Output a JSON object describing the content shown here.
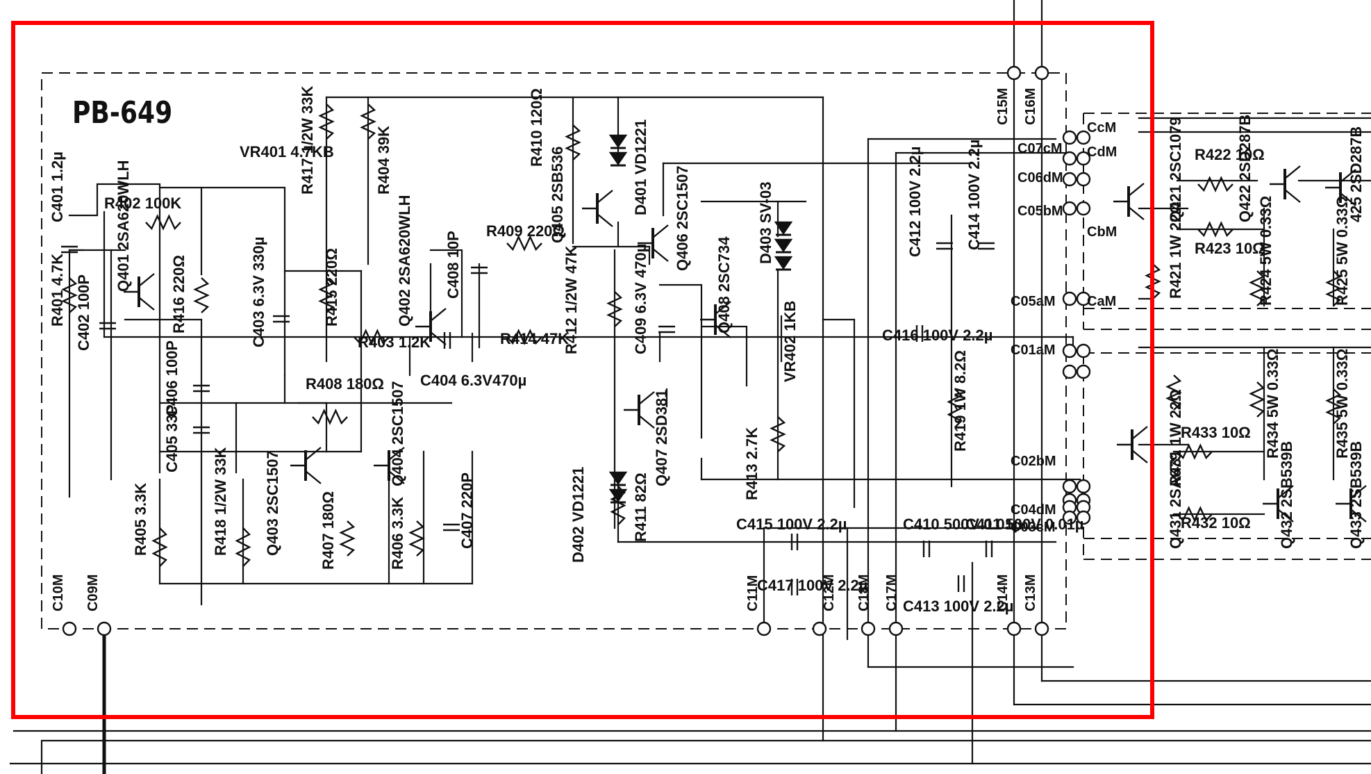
{
  "board": {
    "name": "PB-649",
    "colors": {
      "ink": "#111111",
      "highlight": "#ff0000",
      "paper": "#ffffff"
    }
  },
  "components": [
    {
      "id": "C401",
      "label": "C401 1.2µ"
    },
    {
      "id": "R401",
      "label": "R401 4.7K"
    },
    {
      "id": "C402",
      "label": "C402 100P"
    },
    {
      "id": "Q401",
      "label": "Q401 2SA620WLH"
    },
    {
      "id": "R402",
      "label": "R402 100K"
    },
    {
      "id": "VR401",
      "label": "VR401 4.7KB"
    },
    {
      "id": "R417",
      "label": "R417 1/2W 33K"
    },
    {
      "id": "R404",
      "label": "R404 39K"
    },
    {
      "id": "R416",
      "label": "R416 220Ω"
    },
    {
      "id": "C403",
      "label": "C403 6.3V 330µ"
    },
    {
      "id": "R415",
      "label": "R415 220Ω"
    },
    {
      "id": "Q402",
      "label": "Q402 2SA620WLH"
    },
    {
      "id": "C408",
      "label": "C408 10P"
    },
    {
      "id": "R403",
      "label": "R403 1.2K"
    },
    {
      "id": "C404",
      "label": "C404 6.3V470µ"
    },
    {
      "id": "R414",
      "label": "R414 47K"
    },
    {
      "id": "C406",
      "label": "C406 100P"
    },
    {
      "id": "R408",
      "label": "R408 180Ω"
    },
    {
      "id": "C405",
      "label": "C405 33P"
    },
    {
      "id": "Q403",
      "label": "Q403 2SC1507"
    },
    {
      "id": "Q404",
      "label": "Q404 2SC1507"
    },
    {
      "id": "R405",
      "label": "R405 3.3K"
    },
    {
      "id": "R418",
      "label": "R418 1/2W 33K"
    },
    {
      "id": "R407",
      "label": "R407 180Ω"
    },
    {
      "id": "R406",
      "label": "R406 3.3K"
    },
    {
      "id": "C407",
      "label": "C407 220P"
    },
    {
      "id": "R410",
      "label": "R410 120Ω"
    },
    {
      "id": "D401",
      "label": "D401 VD1221"
    },
    {
      "id": "Q405",
      "label": "Q405 2SB536"
    },
    {
      "id": "R409",
      "label": "R409 220Ω"
    },
    {
      "id": "R412",
      "label": "R412 1/2W 47K"
    },
    {
      "id": "Q406",
      "label": "Q406 2SC1507"
    },
    {
      "id": "C409",
      "label": "C409 6.3V 470µ"
    },
    {
      "id": "Q408",
      "label": "Q408 2SC734"
    },
    {
      "id": "D403",
      "label": "D403 SV-03"
    },
    {
      "id": "VR402",
      "label": "VR402 1KB"
    },
    {
      "id": "Q407",
      "label": "Q407 2SD381"
    },
    {
      "id": "D402",
      "label": "D402 VD1221"
    },
    {
      "id": "R411",
      "label": "R411 82Ω"
    },
    {
      "id": "R413",
      "label": "R413 2.7K"
    },
    {
      "id": "C412",
      "label": "C412 100V 2.2µ"
    },
    {
      "id": "C414",
      "label": "C414 100V 2.2µ"
    },
    {
      "id": "C416",
      "label": "C416 100V 2.2µ"
    },
    {
      "id": "R419",
      "label": "R419 1W 8.2Ω"
    },
    {
      "id": "C415",
      "label": "C415 100V 2.2µ"
    },
    {
      "id": "C417",
      "label": "C417 100V 2.2µ"
    },
    {
      "id": "C410",
      "label": "C410 500V 0.01µ"
    },
    {
      "id": "C411",
      "label": "C411 500V 0.01µ"
    },
    {
      "id": "C413",
      "label": "C413 100V 2.2µ"
    },
    {
      "id": "R422",
      "label": "R422 10Ω"
    },
    {
      "id": "R423",
      "label": "R423 10Ω"
    },
    {
      "id": "Q421",
      "label": "Q421 2SC1079"
    },
    {
      "id": "Q422",
      "label": "Q422 2SD287B"
    },
    {
      "id": "Q425",
      "label": "425 2SD287B"
    },
    {
      "id": "R421",
      "label": "R421 1W 22Ω"
    },
    {
      "id": "R424",
      "label": "R424 5W 0.33Ω"
    },
    {
      "id": "R425",
      "label": "R425 5W 0.33Ω"
    },
    {
      "id": "R431",
      "label": "R431 1W 22Ω"
    },
    {
      "id": "R433",
      "label": "R433 10Ω"
    },
    {
      "id": "R434",
      "label": "R434 5W 0.33Ω"
    },
    {
      "id": "R435",
      "label": "R435 5W 0.33Ω"
    },
    {
      "id": "R432",
      "label": "R432 10Ω"
    },
    {
      "id": "Q431",
      "label": "Q431 2SA679"
    },
    {
      "id": "Q432",
      "label": "Q432 2SB539B"
    },
    {
      "id": "Q433",
      "label": "Q433 2SB539B"
    }
  ],
  "connectors": [
    "C15M",
    "C16M",
    "C07cM",
    "C06dM",
    "C05bM",
    "C05aM",
    "C01aM",
    "C02bM",
    "C04dM",
    "C03cM",
    "CcM",
    "CdM",
    "CbM",
    "CaM",
    "C10M",
    "C09M",
    "C11M",
    "C12M",
    "C18M",
    "C17M",
    "C14M",
    "C13M"
  ]
}
